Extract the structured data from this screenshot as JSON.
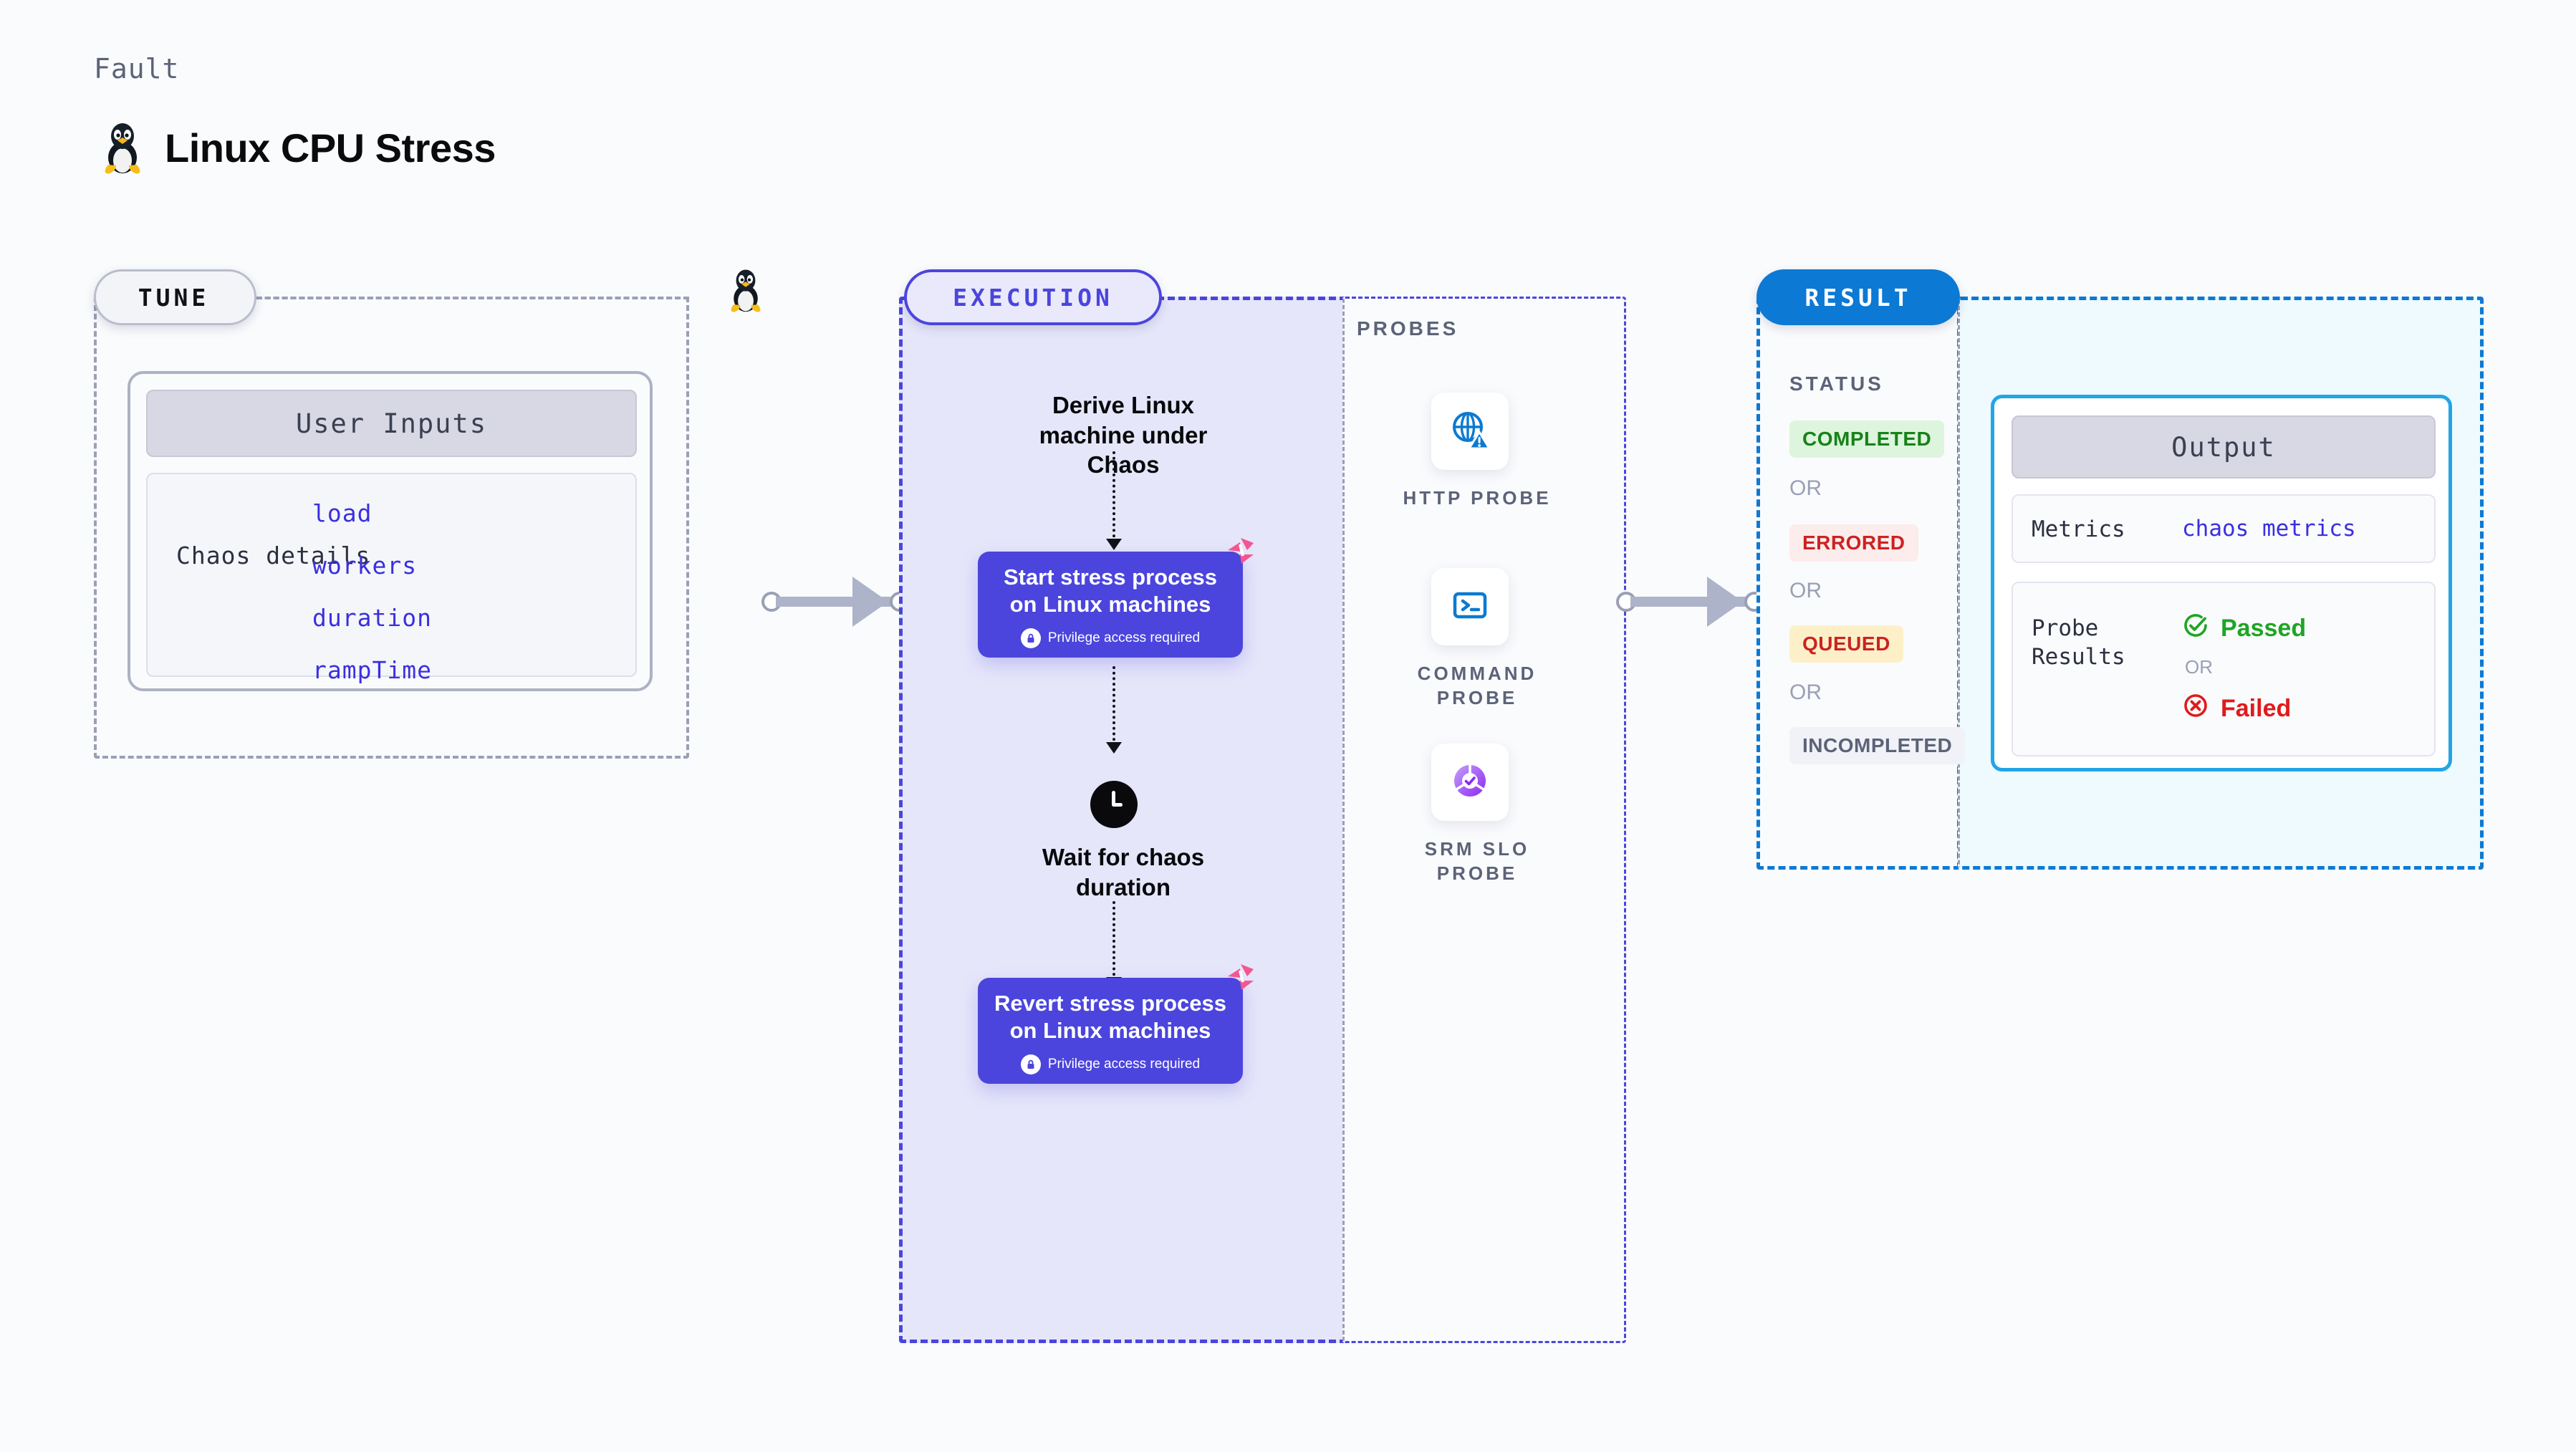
{
  "header": {
    "eyebrow": "Fault",
    "title": "Linux CPU Stress",
    "icon": "linux-penguin-icon"
  },
  "tune": {
    "badge": "TUNE",
    "card": {
      "header": "User Inputs",
      "key": "Chaos details",
      "values": [
        "load",
        "workers",
        "duration",
        "rampTime"
      ]
    }
  },
  "execution": {
    "badge": "EXECUTION",
    "steps": [
      {
        "type": "label",
        "text": "Derive Linux machine under Chaos"
      },
      {
        "type": "action",
        "title": "Start stress process on Linux machines",
        "note": "Privilege access required",
        "icon": "lock-icon"
      },
      {
        "type": "wait",
        "icon": "clock-icon",
        "text": "Wait for chaos duration"
      },
      {
        "type": "action",
        "title": "Revert stress process on Linux machines",
        "note": "Privilege access required",
        "icon": "lock-icon"
      }
    ]
  },
  "probes": {
    "title": "PROBES",
    "items": [
      {
        "label": "HTTP PROBE",
        "icon": "globe-warning-icon"
      },
      {
        "label": "COMMAND PROBE",
        "icon": "terminal-icon"
      },
      {
        "label": "SRM SLO PROBE",
        "icon": "slo-donut-check-icon"
      }
    ]
  },
  "result": {
    "badge": "RESULT",
    "status_title": "STATUS",
    "or_label": "OR",
    "statuses": [
      {
        "label": "COMPLETED",
        "bg": "#ddf5dd",
        "fg": "#17821a"
      },
      {
        "label": "ERRORED",
        "bg": "#fdecec",
        "fg": "#cc2222"
      },
      {
        "label": "QUEUED",
        "bg": "#fdf0c8",
        "fg": "#cc2222"
      },
      {
        "label": "INCOMPLETED",
        "bg": "#f1f2f7",
        "fg": "#5c6378"
      }
    ]
  },
  "output": {
    "header": "Output",
    "metrics": {
      "key": "Metrics",
      "value": "chaos metrics"
    },
    "probe_results": {
      "key": "Probe Results",
      "or_label": "OR",
      "passed": {
        "label": "Passed",
        "color": "#1fa524",
        "icon": "check-circle-icon"
      },
      "failed": {
        "label": "Failed",
        "color": "#e11a1a",
        "icon": "x-circle-icon"
      }
    }
  },
  "colors": {
    "page_bg": "#fafbfd",
    "execution_accent": "#4b45dd",
    "result_accent": "#0c79d4",
    "output_border": "#21a5e8",
    "tune_border": "#9aa0b4",
    "chaos_mark": "#f5568f"
  }
}
